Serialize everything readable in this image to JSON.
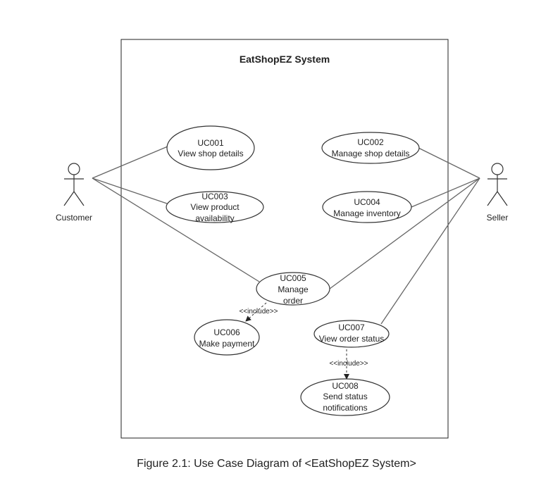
{
  "system": {
    "title": "EatShopEZ System"
  },
  "actors": {
    "customer": {
      "label": "Customer"
    },
    "seller": {
      "label": "Seller"
    }
  },
  "use_cases": {
    "uc001": {
      "id": "UC001",
      "lines": [
        "View shop details"
      ]
    },
    "uc002": {
      "id": "UC002",
      "lines": [
        "Manage shop details"
      ]
    },
    "uc003": {
      "id": "UC003",
      "lines": [
        "View product",
        "availability"
      ]
    },
    "uc004": {
      "id": "UC004",
      "lines": [
        "Manage inventory"
      ]
    },
    "uc005": {
      "id": "UC005",
      "lines": [
        "Manage",
        "order"
      ]
    },
    "uc006": {
      "id": "UC006",
      "lines": [
        "Make payment"
      ]
    },
    "uc007": {
      "id": "UC007",
      "lines": [
        "View order status"
      ]
    },
    "uc008": {
      "id": "UC008",
      "lines": [
        "Send status",
        "notifications"
      ]
    }
  },
  "relationships": {
    "include_1": "<<include>>",
    "include_2": "<<include>>"
  },
  "caption": "Figure 2.1: Use Case Diagram of <EatShopEZ System>"
}
